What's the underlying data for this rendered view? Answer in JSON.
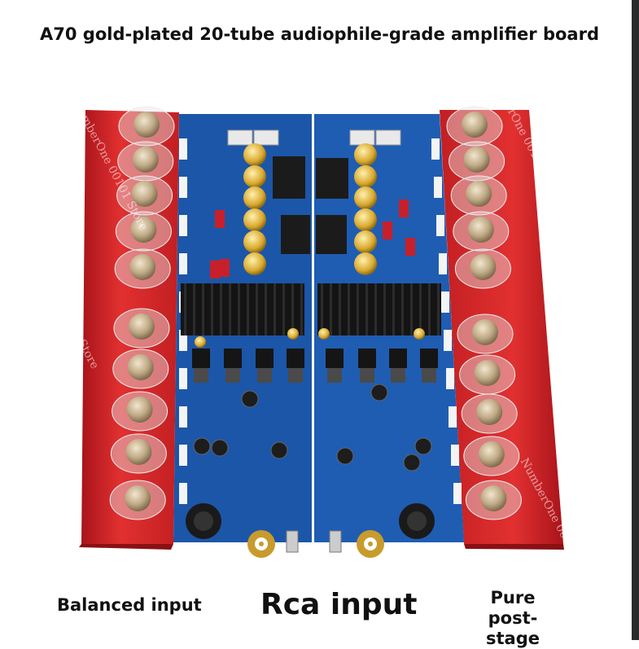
{
  "title": "A70 gold-plated 20-tube audiophile-grade amplifier board",
  "labels": {
    "balanced": "Balanced input",
    "rca": "Rca input",
    "pure_line1": "Pure",
    "pure_line2": "post-stage"
  },
  "watermark": "NumberOne 00101 Store",
  "colors": {
    "heatsink_red": "#d42424",
    "pcb_blue": "#1c56a8",
    "transistor_metal": "#c9b79a",
    "capacitor_gold": "#e0b43a"
  }
}
